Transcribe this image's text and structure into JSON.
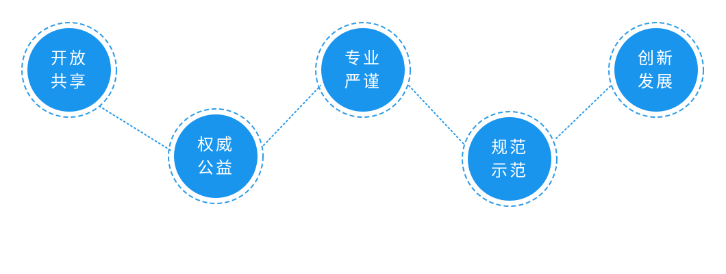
{
  "colors": {
    "circle_fill": "#1a95ee",
    "ring_stroke": "#2b9be8",
    "connector_stroke": "#2b9be8",
    "label_text": "#ffffff",
    "background": "#ffffff"
  },
  "nodes": [
    {
      "line1": "开放",
      "line2": "共享"
    },
    {
      "line1": "权威",
      "line2": "公益"
    },
    {
      "line1": "专业",
      "line2": "严谨"
    },
    {
      "line1": "规范",
      "line2": "示范"
    },
    {
      "line1": "创新",
      "line2": "发展"
    }
  ]
}
